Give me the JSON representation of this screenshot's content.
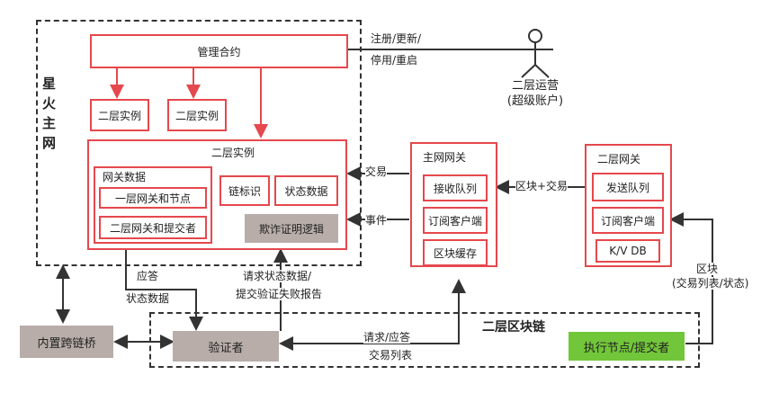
{
  "mainnet": {
    "title_chars": [
      "星",
      "火",
      "主",
      "网"
    ],
    "contract": "管理合约",
    "l2_small_1": "二层实例",
    "l2_small_2": "二层实例",
    "l2_big_title": "二层实例",
    "gateway_data": {
      "title": "网关数据",
      "item1": "一层网关和节点",
      "item2": "二层网关和提交者"
    },
    "chain_id": "链标识",
    "state_data": "状态数据",
    "fraud_proof": "欺诈证明逻辑"
  },
  "main_gateway": {
    "title": "主网网关",
    "items": [
      "接收队列",
      "订阅客户端",
      "区块缓存"
    ]
  },
  "l2_gateway": {
    "title": "二层网关",
    "items": [
      "发送队列",
      "订阅客户端",
      "K/V DB"
    ]
  },
  "operator": {
    "name": "二层运营",
    "account": "(超级账户)"
  },
  "l2chain": {
    "title": "二层区块链",
    "verifier": "验证者",
    "executor": "执行节点/提交者"
  },
  "bridge": "内置跨链桥",
  "labels": {
    "register_line1": "注册/更新/",
    "register_line2": "停用/重启",
    "tx": "交易",
    "event": "事件",
    "block_tx": "区块+交易",
    "block_line1": "区块",
    "block_line2": "(交易列表/状态)",
    "answer_line1": "应答",
    "answer_line2": "状态数据",
    "request_line1": "请求状态数据/",
    "request_line2": "提交验证失败报告",
    "req_resp_line1": "请求/应答",
    "req_resp_line2": "交易列表"
  }
}
